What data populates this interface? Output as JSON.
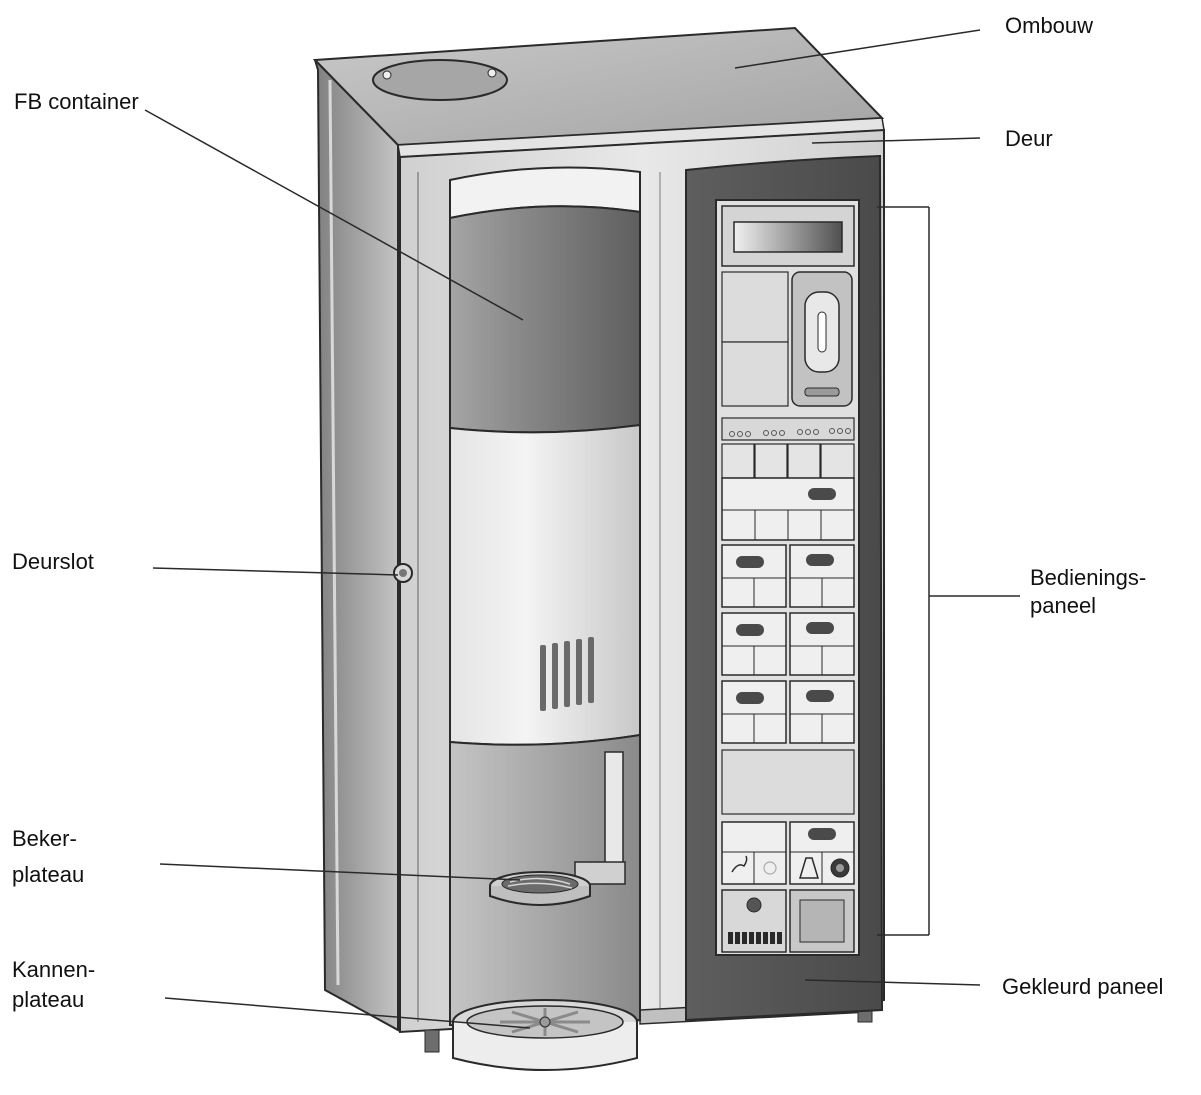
{
  "labels": {
    "ombouw": "Ombouw",
    "fb_container": "FB container",
    "deur": "Deur",
    "deurslot": "Deurslot",
    "bedienings_line1": "Bedienings-",
    "bedienings_line2": "paneel",
    "beker_line1": "Beker-",
    "beker_line2": "plateau",
    "kannen_line1": "Kannen-",
    "kannen_line2": "plateau",
    "gekleurd_paneel": "Gekleurd paneel"
  },
  "colors": {
    "cabinet_top": "#b8b8b8",
    "cabinet_side": "#8e8e8e",
    "door_frame": "#d6d6d6",
    "colored_panel": "#5a5a5a",
    "container_dark": "#858585",
    "container_light": "#e6e6e6",
    "control_panel": "#e2e2e2",
    "outline": "#2a2a2a"
  }
}
